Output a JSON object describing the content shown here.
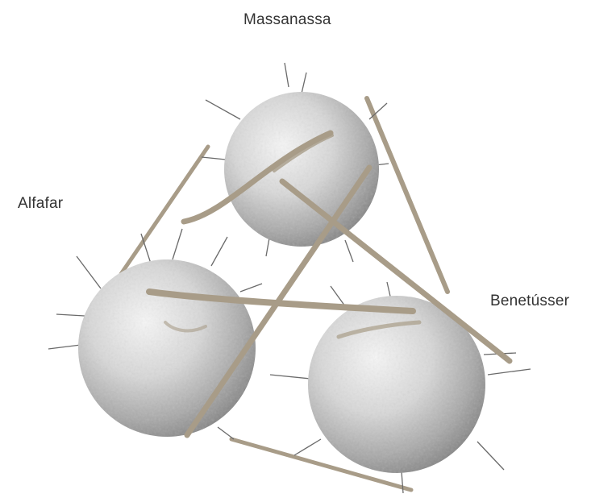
{
  "labels": {
    "massanassa": "Massanassa",
    "alfafar": "Alfafar",
    "benetusser": "Benetússer"
  },
  "colors": {
    "background": "#ffffff",
    "sphere_light": "#f4f4f4",
    "sphere_dark": "#8a8a8a",
    "stick": "#a89c88",
    "pin": "#6a6a6a",
    "label": "#333333"
  },
  "icons": {
    "sphere": "textured-grey-sphere",
    "stick": "wooden-stick",
    "pin": "pin-needle"
  }
}
